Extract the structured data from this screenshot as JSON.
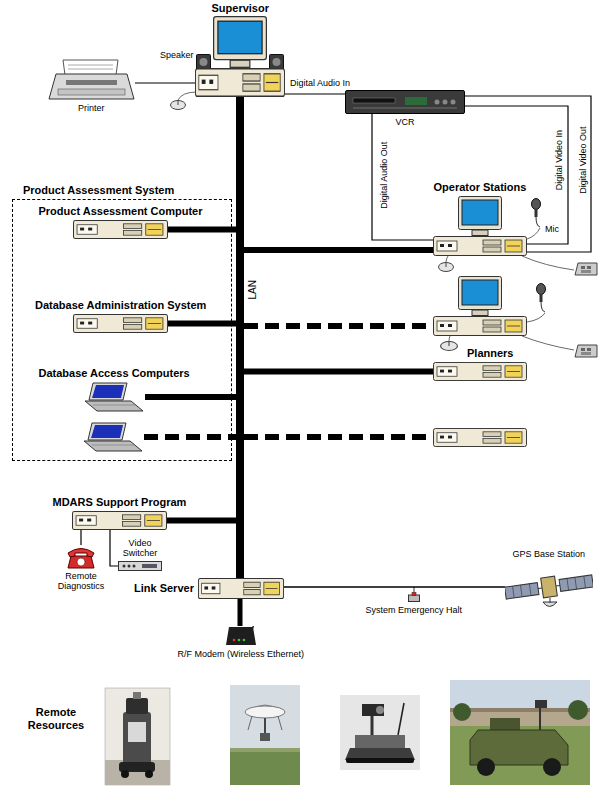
{
  "diagram": {
    "nodes": [
      {
        "text": [
          "Supervisor"
        ]
      },
      {
        "text": [
          "Printer"
        ]
      },
      {
        "text": [
          "VCR"
        ]
      },
      {
        "text": [
          "LAN"
        ]
      },
      {
        "text": [
          "Operator Stations"
        ]
      },
      {
        "text": [
          "Product Assessment System"
        ]
      },
      {
        "text": [
          "Product Assessment Computer"
        ],
        "in": 5
      },
      {
        "text": [
          "Database Administration System"
        ],
        "in": 5
      },
      {
        "text": [
          "Database Access Computers"
        ],
        "in": 5
      },
      {
        "text": [
          "Planners"
        ]
      },
      {
        "text": [
          "MDARS Support Program"
        ]
      },
      {
        "text": [
          "Remote Diagnostics"
        ]
      },
      {
        "text": [
          "Video Switcher"
        ]
      },
      {
        "text": [
          "Link Server"
        ]
      },
      {
        "text": [
          "GPS Base Station"
        ]
      },
      {
        "text": [
          "R/F Modem (Wireless Ethernet)"
        ]
      }
    ],
    "edges": [
      {
        "from": 1,
        "to": 0,
        "arrow": "none"
      },
      {
        "from": 0,
        "to": 2,
        "label": "Digital Audio In",
        "arrow": "none"
      },
      {
        "from": 4,
        "to": 2,
        "label": "Digital Audio Out",
        "arrow": "none"
      },
      {
        "from": 2,
        "to": 4,
        "label": "Digital Video In",
        "arrow": "none"
      },
      {
        "from": 4,
        "to": 2,
        "label": "Digital Video Out",
        "arrow": "none"
      },
      {
        "from": 0,
        "to": 3,
        "arrow": "none"
      },
      {
        "from": 3,
        "to": 4,
        "arrow": "none"
      },
      {
        "from": 6,
        "to": 3,
        "arrow": "none"
      },
      {
        "from": 7,
        "to": 3,
        "arrow": "none"
      },
      {
        "from": 8,
        "to": 3,
        "arrow": "none"
      },
      {
        "from": 3,
        "to": 9,
        "arrow": "none"
      },
      {
        "from": 10,
        "to": 3,
        "arrow": "none"
      },
      {
        "from": 3,
        "to": 13,
        "arrow": "none"
      },
      {
        "from": 13,
        "to": 15,
        "arrow": "none"
      },
      {
        "from": 13,
        "to": 14,
        "arrow": "none"
      },
      {
        "from": 10,
        "to": 11,
        "arrow": "none"
      },
      {
        "from": 10,
        "to": 12,
        "arrow": "none"
      }
    ],
    "labels": [
      "Speaker",
      "Mic",
      "System Emergency Halt",
      "Remote Resources"
    ]
  }
}
